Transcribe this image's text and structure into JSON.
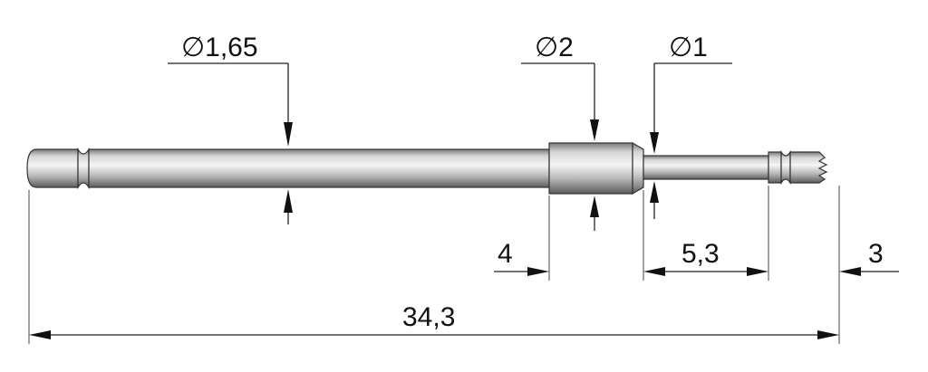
{
  "dimensions": {
    "diameter_shaft": "∅1,65",
    "diameter_collar": "∅2",
    "diameter_tip": "∅1",
    "length_collar": "4",
    "length_tip_neck": "5,3",
    "length_crown": "3",
    "length_total": "34,3"
  },
  "colors": {
    "metal_light": "#f2f2f2",
    "metal_mid": "#bdbdbd",
    "metal_dark": "#6e6e6e",
    "line": "#222222"
  }
}
